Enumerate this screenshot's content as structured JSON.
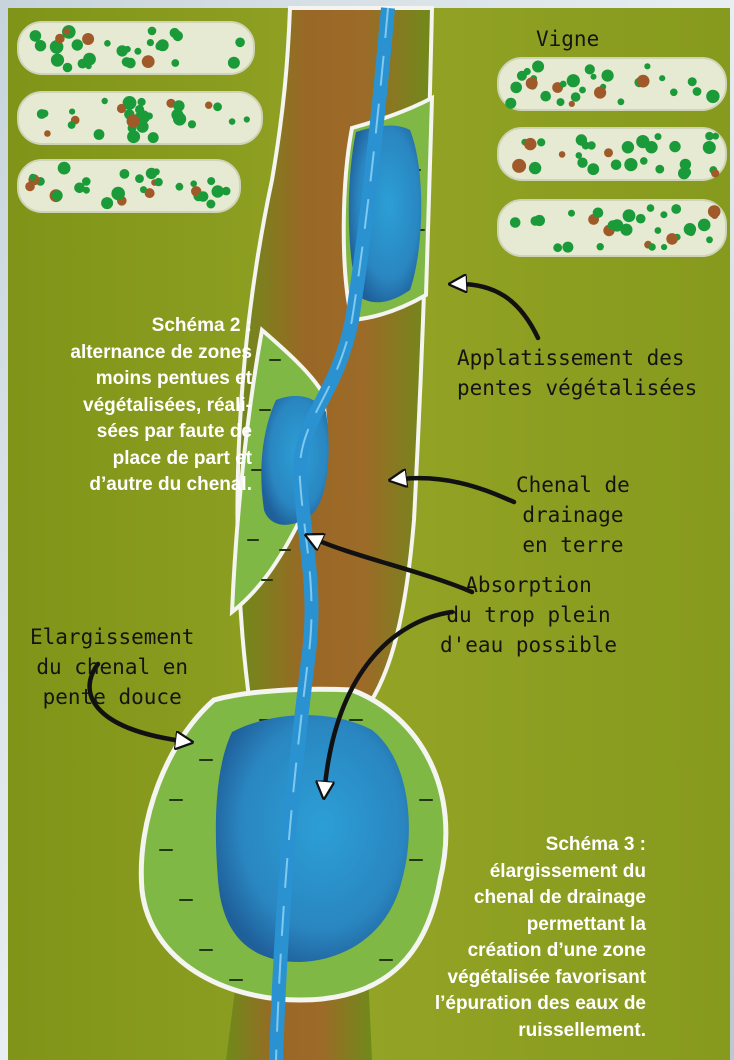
{
  "labels": {
    "vigne": "Vigne",
    "applatissement": "Applatissement des\npentes végétalisées",
    "chenal": "Chenal de\ndrainage\nen terre",
    "absorption": "Absorption\ndu trop plein\nd'eau possible",
    "elargissement": "Elargissement\ndu chenal en\npente douce"
  },
  "captions": {
    "schema2": "Schéma 2 :\nalternance de zones\nmoins pentues et\nvégétalisées, réali-\nsées par faute de\nplace de part et\nd’autre du chenal.",
    "schema3": "Schéma 3 :\nélargissement du\nchenal de drainage\npermettant la\ncréation d’une zone\nvégétalisée favorisant\nl’épuration des eaux de\nruissellement."
  },
  "colors": {
    "field": "#8c9b1e",
    "vine": "#1b9a3a",
    "channel_earth": "#9a6a26",
    "vegetated_zone": "#7fb845",
    "water": "#2a8fc9",
    "frame": "#dfe6ea"
  }
}
